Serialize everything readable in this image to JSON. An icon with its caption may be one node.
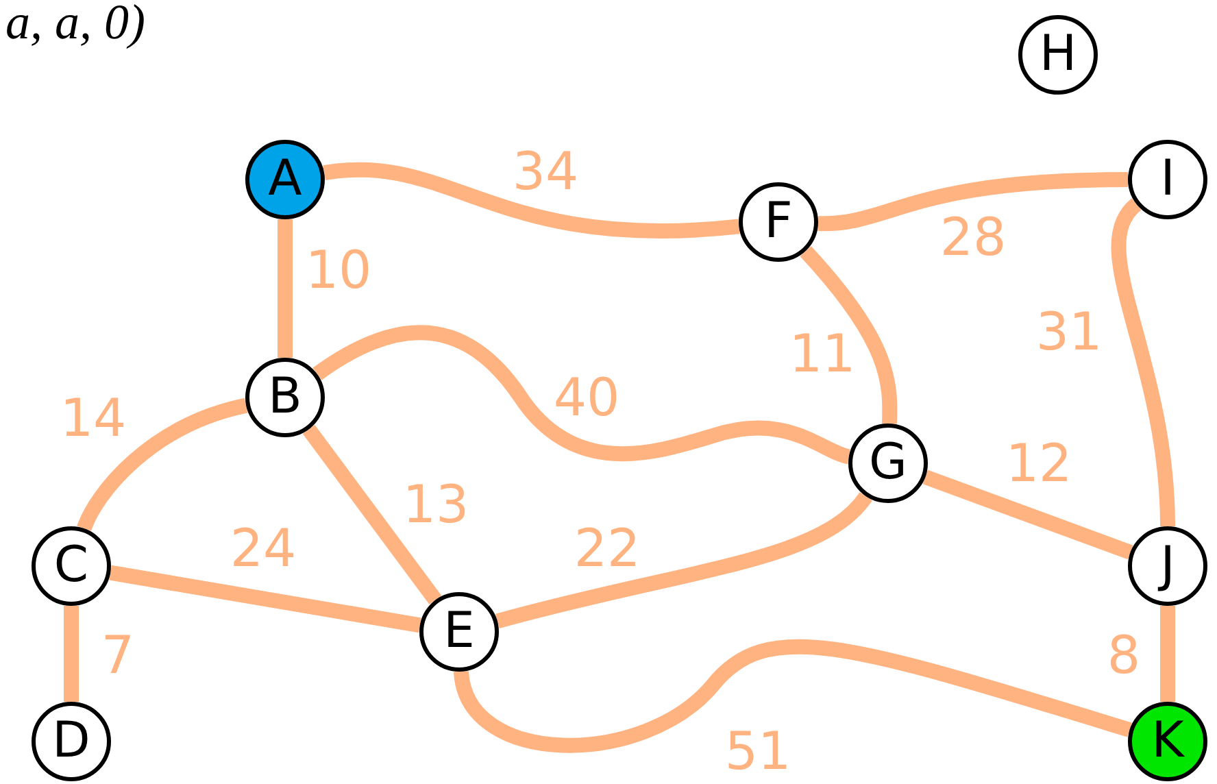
{
  "diagram": {
    "nodes": [
      {
        "text": [
          "A"
        ]
      },
      {
        "text": [
          "B"
        ]
      },
      {
        "text": [
          "C"
        ]
      },
      {
        "text": [
          "D"
        ]
      },
      {
        "text": [
          "E"
        ]
      },
      {
        "text": [
          "F"
        ]
      },
      {
        "text": [
          "G"
        ]
      },
      {
        "text": [
          "H"
        ]
      },
      {
        "text": [
          "I"
        ]
      },
      {
        "text": [
          "J"
        ]
      },
      {
        "text": [
          "K"
        ]
      }
    ],
    "edges": [
      {
        "from": 0,
        "to": 5,
        "arrow": "none",
        "label": "34"
      },
      {
        "from": 0,
        "to": 1,
        "arrow": "none",
        "label": "10"
      },
      {
        "from": 5,
        "to": 8,
        "arrow": "none",
        "label": "28"
      },
      {
        "from": 8,
        "to": 9,
        "arrow": "none",
        "label": "31"
      },
      {
        "from": 5,
        "to": 6,
        "arrow": "none",
        "label": "11"
      },
      {
        "from": 1,
        "to": 6,
        "arrow": "none",
        "label": "40"
      },
      {
        "from": 1,
        "to": 2,
        "arrow": "none",
        "label": "14"
      },
      {
        "from": 1,
        "to": 4,
        "arrow": "none",
        "label": "13"
      },
      {
        "from": 6,
        "to": 9,
        "arrow": "none",
        "label": "12"
      },
      {
        "from": 2,
        "to": 4,
        "arrow": "none",
        "label": "24"
      },
      {
        "from": 4,
        "to": 6,
        "arrow": "none",
        "label": "22"
      },
      {
        "from": 2,
        "to": 3,
        "arrow": "none",
        "label": "7"
      },
      {
        "from": 9,
        "to": 10,
        "arrow": "none",
        "label": "8"
      },
      {
        "from": 4,
        "to": 10,
        "arrow": "none",
        "label": "51"
      }
    ],
    "labels": [
      "a, a, 0)"
    ]
  }
}
